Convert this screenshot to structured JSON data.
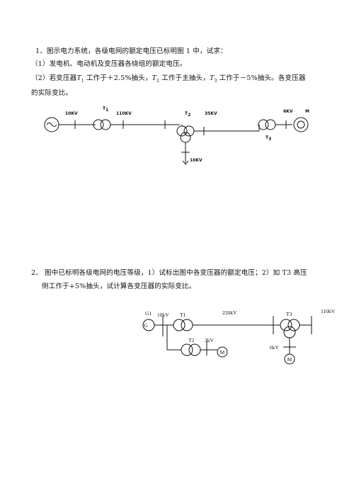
{
  "problem1": {
    "line1": "1、图示电力系统，各级电网的额定电压已标明图 1 中，试求：",
    "line2": "（1）发电机、电动机及变压器各绕组的额定电压。",
    "line3_prefix": "（2）若变压器",
    "t1": "T",
    "t1_sub": "1",
    "line3_mid1": " 工作于＋2.5%抽头，",
    "t2": "T",
    "t2_sub": "2",
    "line3_mid2": " 工作于主抽头，",
    "t3": "T",
    "t3_sub": "3",
    "line3_mid3": " 工作于－5%抽头。各变压器",
    "line4": "的实际变比。",
    "diagram": {
      "v_10kv": "10KV",
      "t1": "T",
      "t1_sub": "1",
      "v_110kv": "110KV",
      "t2": "T",
      "t2_sub": "2",
      "v_35kv": "35KV",
      "v_6kv": "6KV",
      "m": "M",
      "t3": "T",
      "t3_sub": "3",
      "v_10kv_bottom": "10KV"
    }
  },
  "problem2": {
    "line1": "2、  图中已标明各级电网的电压等级，1）试标出图中各变压器的额定电压；2）如 T3 高压",
    "line2": "侧工作于+5%抽头，试计算各变压器的实际变比。",
    "diagram": {
      "g1": "G1",
      "v_10kv": "10kV",
      "t1": "T1",
      "v_220kv": "220kV",
      "t3": "T3",
      "v_110kv": "110kV",
      "g": "G",
      "t2": "T2",
      "v_3kv": "3kV",
      "m1": "M",
      "v_6kv": "6kV",
      "m2": "M"
    }
  }
}
